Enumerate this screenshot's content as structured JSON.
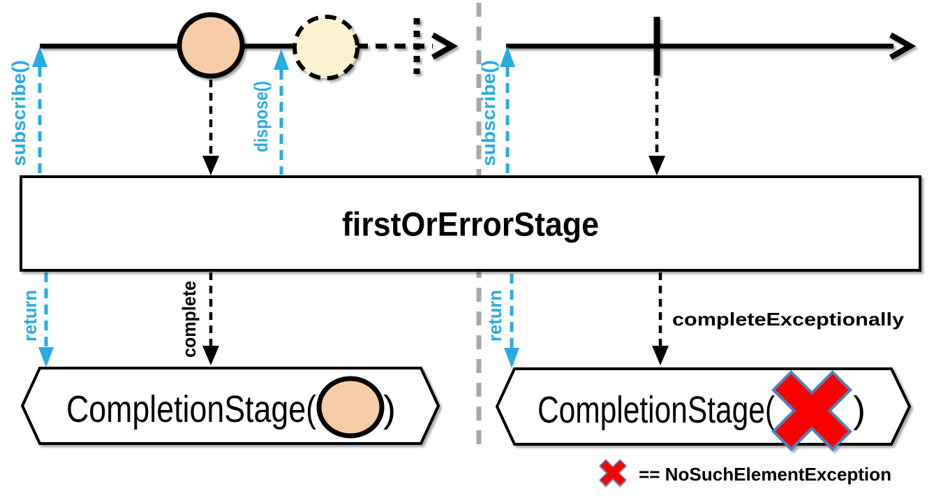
{
  "colors": {
    "cyan": "#29ABE2",
    "orange": "#F6CBA6",
    "cream": "#FBF2CF",
    "red": "#FB0000",
    "red-outline": "#4F81BD",
    "gray": "#A6A6A6",
    "black": "#000000"
  },
  "stage_box": {
    "title": "firstOrErrorStage"
  },
  "left_scenario": {
    "subscribe_label": "subscribe()",
    "dispose_label": "dispose()",
    "return_label": "return",
    "complete_label": "complete",
    "result_open": "CompletionStage(",
    "result_close": ")"
  },
  "right_scenario": {
    "subscribe_label": "subscribe()",
    "return_label": "return",
    "complete_exceptionally_label": "completeExceptionally",
    "result_open": "CompletionStage(",
    "result_close": ")"
  },
  "legend": {
    "text": "== NoSuchElementException"
  },
  "icons": {
    "first-item-marble": "filled circle (orange)",
    "disposed-item-marble": "dashed circle (cream)",
    "completion-bar": "vertical bar",
    "continuation-dots": "dotted vertical bar",
    "error-x": "red cross X"
  }
}
